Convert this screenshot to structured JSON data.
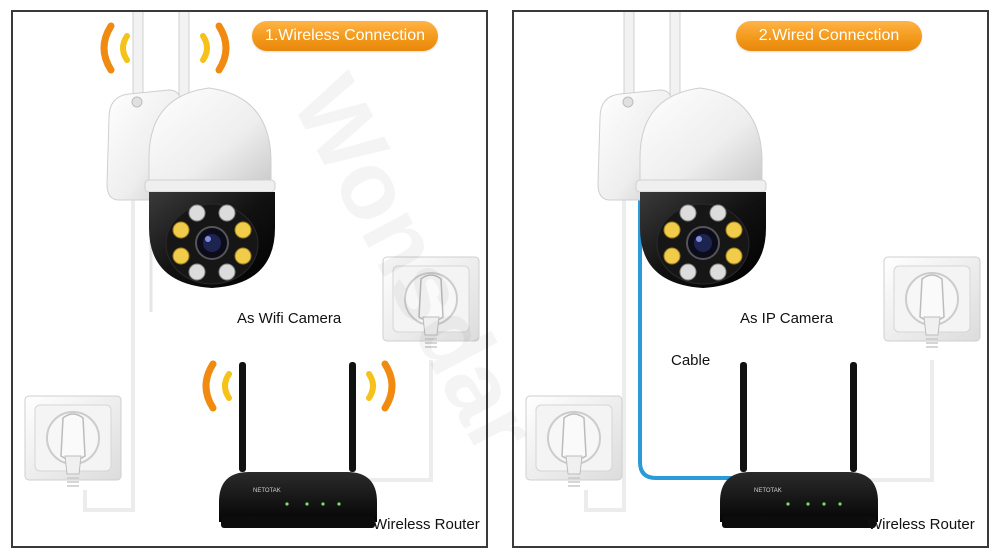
{
  "panels": [
    {
      "title": "1.Wireless Connection",
      "camera_label": "As Wifi Camera",
      "router_label": "Wireless Router",
      "router_brand": "NETOTAK"
    },
    {
      "title": "2.Wired Connection",
      "camera_label": "As IP Camera",
      "cable_label": "Cable",
      "router_label": "Wireless Router",
      "router_brand": "NETOTAK"
    }
  ],
  "watermark_text": "Wonsdar",
  "colors": {
    "accent_orange": "#f39a1b",
    "signal_orange": "#f08a10",
    "signal_yellow": "#f5c21a",
    "cable_blue": "#2a9ad8",
    "border": "#3a3a3a"
  }
}
